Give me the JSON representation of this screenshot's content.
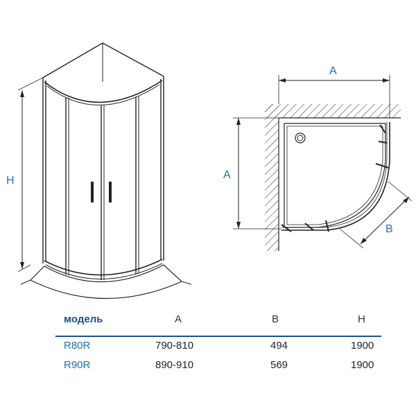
{
  "labels": {
    "height_left": "H",
    "plan_width_top": "A",
    "plan_width_left": "A",
    "plan_diag": "B"
  },
  "table": {
    "headers": [
      "модель",
      "A",
      "B",
      "H"
    ],
    "rows": [
      [
        "R80R",
        "790-810",
        "494",
        "1900"
      ],
      [
        "R90R",
        "890-910",
        "569",
        "1900"
      ]
    ]
  },
  "colors": {
    "accent": "#1f6db5",
    "header_rule": "#1b4f8a",
    "line": "#222222"
  }
}
